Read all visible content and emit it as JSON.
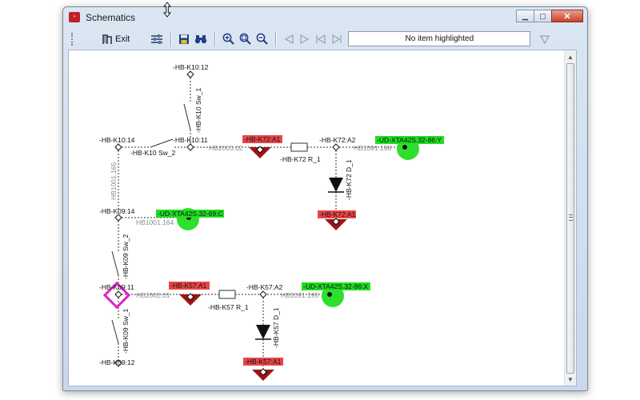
{
  "window": {
    "title": "Schematics"
  },
  "toolbar": {
    "exit_label": "Exit",
    "highlight_text": "No item highlighted"
  },
  "labels": {
    "k10_12": "-HB-K10:12",
    "k10_11": "-HB-K10:11",
    "k10_14": "-HB-K10:14",
    "k10_sw1": "-HB-K10 Sw_1",
    "k10_sw2": "-HB-K10 Sw_2",
    "hb2003": "HB2003.02",
    "k72_a1_top": "-HB-K72:A1",
    "k72_r1": "-HB-K72 R_1",
    "k72_a2": "-HB-K72:A2",
    "hb1091_198": "HB1091.198",
    "ud_y": "-UD-XTA42S.32-86:Y",
    "k72_d1": "-HB-K72 D_1",
    "k72_a1_bottom": "-HB-K72:A1",
    "hb1001_165": "HB1001.165",
    "k09_14": "-HB-K09:14",
    "ud_c": "-UD-XTA42S.32-69:C",
    "hb1001_164": "HB1001.164",
    "k09_sw2": "-HB-K09 Sw_2",
    "k09_11": "-HB-K09:11",
    "hb2002": "HB2002.01",
    "k57_a1_top": "-HB-K57:A1",
    "k57_r1": "-HB-K57 R_1",
    "k57_a2": "-HB-K57:A2",
    "ud_x": "-UD-XTA42S.32-86:X",
    "hb1091_195": "HB1091.195",
    "k57_d1": "-HB-K57 D_1",
    "k09_sw1": "-HB-K09 Sw_1",
    "k09_12": "-HB-K09:12",
    "k57_a1_bottom": "-HB-K57:A1"
  },
  "colors": {
    "red_label": "#e8474a",
    "dark_red": "#9e1414",
    "green_label": "#22dd22",
    "green_dot": "#2ee02e",
    "highlight_pink": "#e020c8"
  }
}
